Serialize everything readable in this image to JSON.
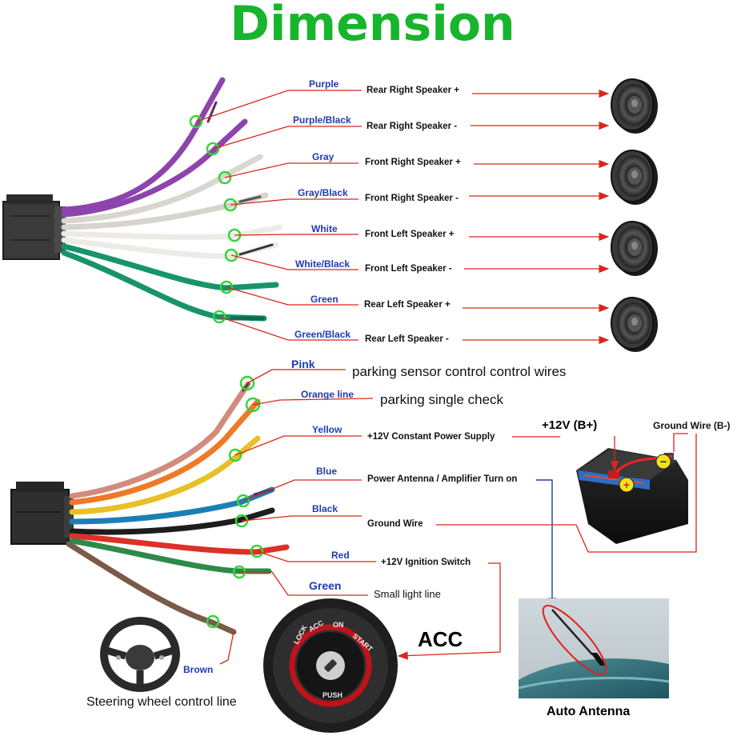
{
  "title": "Dimension",
  "speaker_wires": [
    {
      "color_name": "Purple",
      "destination": "Rear Right Speaker +"
    },
    {
      "color_name": "Purple/Black",
      "destination": "Rear Right Speaker -"
    },
    {
      "color_name": "Gray",
      "destination": "Front Right Speaker +"
    },
    {
      "color_name": "Gray/Black",
      "destination": "Front Right Speaker -"
    },
    {
      "color_name": "White",
      "destination": "Front Left Speaker +"
    },
    {
      "color_name": "White/Black",
      "destination": "Front Left Speaker -"
    },
    {
      "color_name": "Green",
      "destination": "Rear Left Speaker +"
    },
    {
      "color_name": "Green/Black",
      "destination": "Rear Left Speaker -"
    }
  ],
  "power_wires": [
    {
      "color_name": "Pink",
      "destination": "parking sensor control control wires"
    },
    {
      "color_name": "Orange line",
      "destination": "parking single check"
    },
    {
      "color_name": "Yellow",
      "destination": "+12V Constant Power Supply"
    },
    {
      "color_name": "Blue",
      "destination": "Power Antenna / Amplifier Turn on"
    },
    {
      "color_name": "Black",
      "destination": "Ground Wire"
    },
    {
      "color_name": "Red",
      "destination": "+12V  Ignition Switch"
    },
    {
      "color_name": "Green",
      "destination": "Small light line"
    },
    {
      "color_name": "Brown",
      "destination": "Steering wheel control line"
    }
  ],
  "battery": {
    "positive_label": "+12V  (B+)",
    "ground_label": "Ground Wire (B-)"
  },
  "acc_label": "ACC",
  "ignition_texts": [
    "LOCK",
    "ACC",
    "ON",
    "START",
    "PUSH"
  ],
  "antenna_label": "Auto Antenna",
  "colors": {
    "title": "#17b52c",
    "wire_label": "#1f3bb5",
    "leader_line": "#d9261c",
    "blue_line": "#1f3bb5",
    "marker_circle": "#35d43a"
  }
}
